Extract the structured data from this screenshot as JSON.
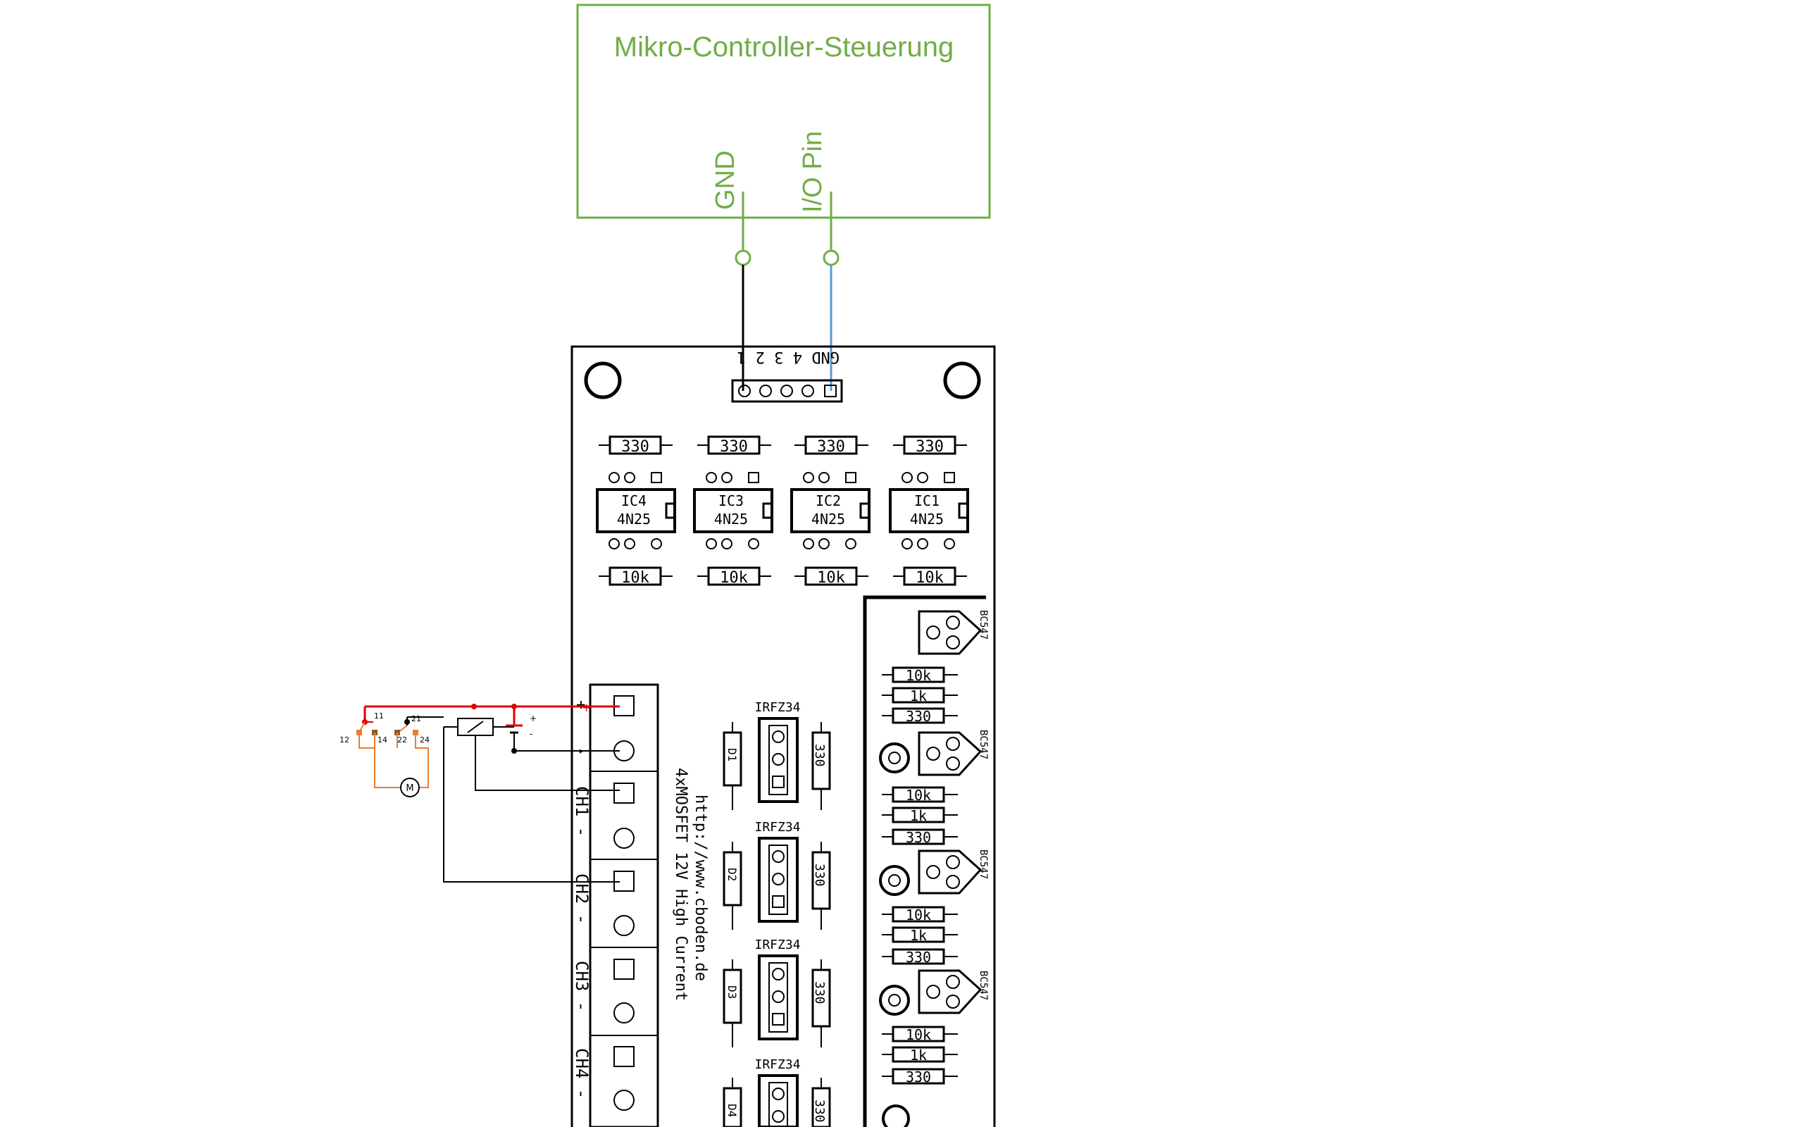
{
  "controller": {
    "title": "Mikro-Controller-Steuerung",
    "gnd_label": "GND",
    "io_label": "I/O Pin"
  },
  "board": {
    "header_label": "GND 4 3 2 1",
    "resistors_top": [
      "330",
      "330",
      "330",
      "330"
    ],
    "optos": [
      {
        "ref": "IC4",
        "part": "4N25"
      },
      {
        "ref": "IC3",
        "part": "4N25"
      },
      {
        "ref": "IC2",
        "part": "4N25"
      },
      {
        "ref": "IC1",
        "part": "4N25"
      }
    ],
    "resistors_mid": [
      "10k",
      "10k",
      "10k",
      "10k"
    ],
    "mosfets": [
      {
        "part": "IRFZ34",
        "diode": "D1",
        "resistor": "330"
      },
      {
        "part": "IRFZ34",
        "diode": "D2",
        "resistor": "330"
      },
      {
        "part": "IRFZ34",
        "diode": "D3",
        "resistor": "330"
      },
      {
        "part": "IRFZ34",
        "diode": "D4",
        "resistor": "330"
      }
    ],
    "transistors": [
      "BC547",
      "BC547",
      "BC547",
      "BC547"
    ],
    "led_resistors": [
      [
        "10k",
        "1k",
        "330"
      ],
      [
        "10k",
        "1k",
        "330"
      ],
      [
        "10k",
        "1k",
        "330"
      ],
      [
        "10k",
        "1k",
        "330"
      ]
    ],
    "terminals": {
      "plus": "+",
      "minus": "-",
      "channels": [
        "CH1 -",
        "CH2 -",
        "CH3 -",
        "CH4 -"
      ]
    },
    "url": "http://www.cboden.de",
    "product": "4xMOSFET 12V High Current"
  },
  "relay": {
    "contacts": [
      "11",
      "21",
      "12",
      "14",
      "22",
      "24"
    ],
    "motor": "M",
    "supply_plus": "+",
    "supply_minus": "-"
  },
  "colors": {
    "controller": "#70ad47",
    "io_wire": "#5b9bd5",
    "power": "#e00000",
    "relay_wiring": "#ed7d31",
    "pcb": "#000000"
  }
}
